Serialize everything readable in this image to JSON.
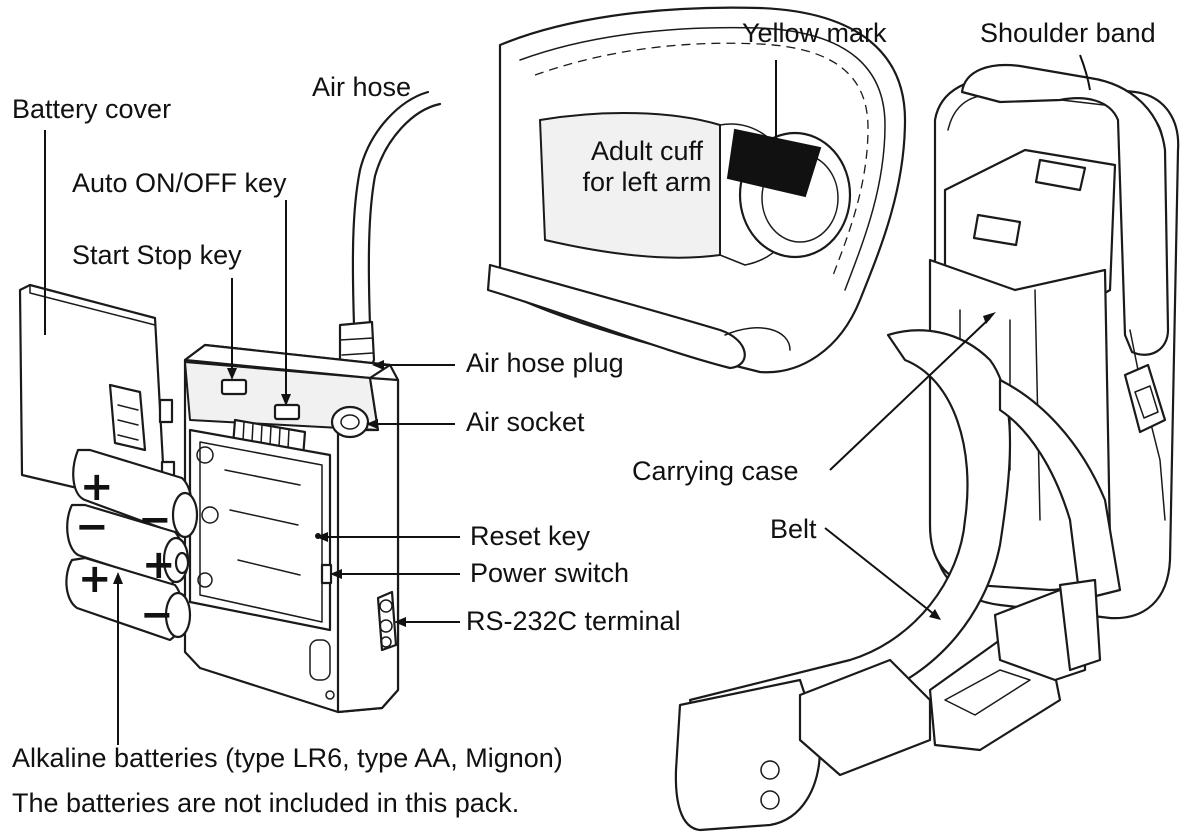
{
  "labels": {
    "battery_cover": "Battery cover",
    "auto_onoff_key": "Auto ON/OFF key",
    "start_stop_key": "Start Stop key",
    "air_hose": "Air hose",
    "yellow_mark": "Yellow mark",
    "shoulder_band": "Shoulder band",
    "adult_cuff_line1": "Adult cuff",
    "adult_cuff_line2": "for left arm",
    "air_hose_plug": "Air hose plug",
    "air_socket": "Air socket",
    "carrying_case": "Carrying case",
    "belt": "Belt",
    "reset_key": "Reset key",
    "power_switch": "Power switch",
    "rs232c_terminal": "RS-232C terminal",
    "alkaline_batteries": "Alkaline batteries (type LR6, type AA, Mignon)",
    "batteries_note": "The batteries are not included in this pack."
  },
  "battery_symbols": {
    "plus": "+",
    "minus": "−"
  },
  "icons": [
    "monitor-device-illustration",
    "cuff-illustration",
    "carrying-case-illustration",
    "battery-illustration"
  ]
}
